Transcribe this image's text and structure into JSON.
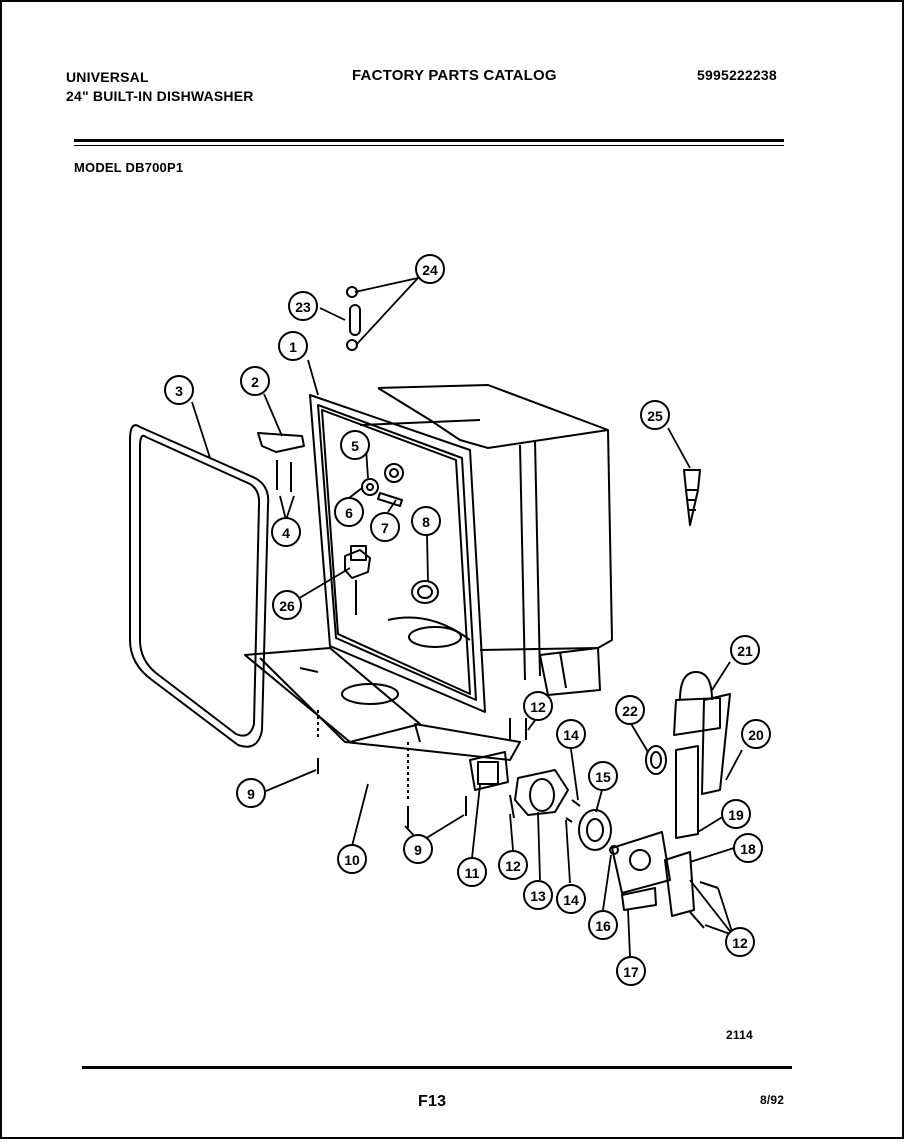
{
  "header": {
    "brand": "UNIVERSAL",
    "product": "24\" BUILT-IN DISHWASHER",
    "catalog_title": "FACTORY PARTS CATALOG",
    "catalog_number": "5995222238",
    "model": "MODEL DB700P1"
  },
  "diagram": {
    "callouts": [
      "1",
      "2",
      "3",
      "4",
      "5",
      "6",
      "7",
      "8",
      "9",
      "9",
      "10",
      "11",
      "12",
      "12",
      "12",
      "13",
      "14",
      "14",
      "15",
      "16",
      "17",
      "18",
      "19",
      "20",
      "21",
      "22",
      "23",
      "24",
      "25",
      "26"
    ]
  },
  "footer": {
    "diagram_number": "2114",
    "page": "F13",
    "date": "8/92"
  }
}
